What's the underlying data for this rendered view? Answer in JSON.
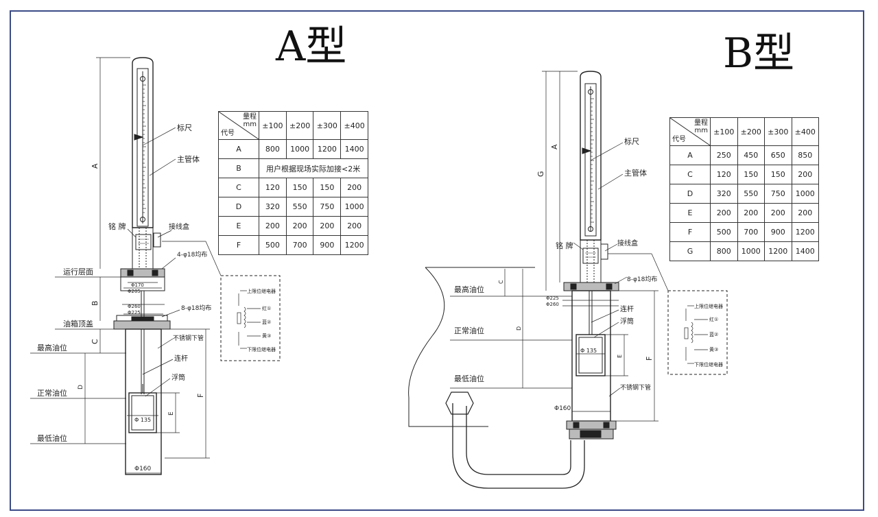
{
  "titles": {
    "a": "A型",
    "b": "B型"
  },
  "table_a": {
    "corner_top": "量程",
    "corner_unit": "mm",
    "corner_bottom": "代号",
    "ranges": [
      "±100",
      "±200",
      "±300",
      "±400"
    ],
    "rows": [
      {
        "code": "A",
        "values": [
          "800",
          "1000",
          "1200",
          "1400"
        ]
      },
      {
        "code": "B",
        "merged": "用户根据现场实际加接<2米"
      },
      {
        "code": "C",
        "values": [
          "120",
          "150",
          "150",
          "200"
        ]
      },
      {
        "code": "D",
        "values": [
          "320",
          "550",
          "750",
          "1000"
        ]
      },
      {
        "code": "E",
        "values": [
          "200",
          "200",
          "200",
          "200"
        ]
      },
      {
        "code": "F",
        "values": [
          "500",
          "700",
          "900",
          "1200"
        ]
      }
    ]
  },
  "table_b": {
    "corner_top": "量程",
    "corner_unit": "mm",
    "corner_bottom": "代号",
    "ranges": [
      "±100",
      "±200",
      "±300",
      "±400"
    ],
    "rows": [
      {
        "code": "A",
        "values": [
          "250",
          "450",
          "650",
          "850"
        ]
      },
      {
        "code": "C",
        "values": [
          "120",
          "150",
          "150",
          "200"
        ]
      },
      {
        "code": "D",
        "values": [
          "320",
          "550",
          "750",
          "1000"
        ]
      },
      {
        "code": "E",
        "values": [
          "200",
          "200",
          "200",
          "200"
        ]
      },
      {
        "code": "F",
        "values": [
          "500",
          "700",
          "900",
          "1200"
        ]
      },
      {
        "code": "G",
        "values": [
          "800",
          "1000",
          "1200",
          "1400"
        ]
      }
    ]
  },
  "labels_a": {
    "scale": "标尺",
    "main_tube": "主管体",
    "nameplate": "铭 牌",
    "junction_box": "接线盒",
    "holes_top": "4-φ18均布",
    "holes_bottom": "8-φ18均布",
    "operating_floor": "运行层面",
    "tank_top": "油箱顶盖",
    "max_oil": "最高油位",
    "normal_oil": "正常油位",
    "min_oil": "最低油位",
    "steel_tube": "不锈钢下管",
    "rod": "连杆",
    "float": "浮筒",
    "dim_a": "A",
    "dim_b": "B",
    "dim_c": "C",
    "dim_d": "D",
    "dim_e": "E",
    "dim_f": "F",
    "phi170": "Φ170",
    "phi205": "Φ205",
    "phi260": "Φ260",
    "phi225": "Φ225",
    "phi135": "Φ 135",
    "phi160": "Φ160"
  },
  "labels_b": {
    "scale": "标尺",
    "main_tube": "主管体",
    "nameplate": "铭 牌",
    "junction_box": "接线盒",
    "holes": "8-φ18均布",
    "max_oil": "最高油位",
    "normal_oil": "正常油位",
    "min_oil": "最低油位",
    "steel_tube": "不锈钢下管",
    "rod": "连杆",
    "float": "浮筒",
    "dim_a": "A",
    "dim_c": "C",
    "dim_d": "D",
    "dim_e": "E",
    "dim_f": "F",
    "dim_g": "G",
    "phi225": "Φ225",
    "phi260": "Φ260",
    "phi135": "Φ 135",
    "phi160": "Φ160"
  },
  "wiring": {
    "upper_relay": "上限位继电器",
    "red": "红①",
    "blue": "蓝②",
    "yellow": "黄③",
    "lower_relay": "下限位继电器"
  }
}
